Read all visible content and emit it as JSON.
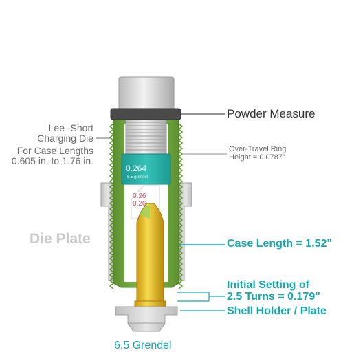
{
  "labels": {
    "powder_measure": "Powder Measure",
    "die_name_line1": "Lee -Short",
    "die_name_line2": "Charging Die",
    "case_range_line1": "For Case Lengths",
    "case_range_line2": "0.605 in. to 1.76 in.",
    "over_travel_line1": "Over-Travel Ring",
    "over_travel_line2": "Height = 0.0787\"",
    "die_plate": "Die Plate",
    "case_length": "Case Length = 1.52\"",
    "initial_setting_line1": "Initial Setting of",
    "initial_setting_line2": "2.5 Turns = 0.179\"",
    "shell_holder": "Shell Holder / Plate",
    "cartridge": "6.5 Grendel"
  },
  "ring_text": {
    "value": "0.264",
    "caption": "6.5 grendel"
  },
  "bore_text": {
    "line1": "0.26",
    "line2": "0.26"
  },
  "colors": {
    "die_green": "#6ea43c",
    "aluminum": "#c9c9c9",
    "teal_ring": "#25aaa2",
    "brass": "#e6bc22",
    "dark_nut": "#4a4a4a",
    "leader_teal": "#12a9b3",
    "leader_gray": "#6b6b6b"
  }
}
